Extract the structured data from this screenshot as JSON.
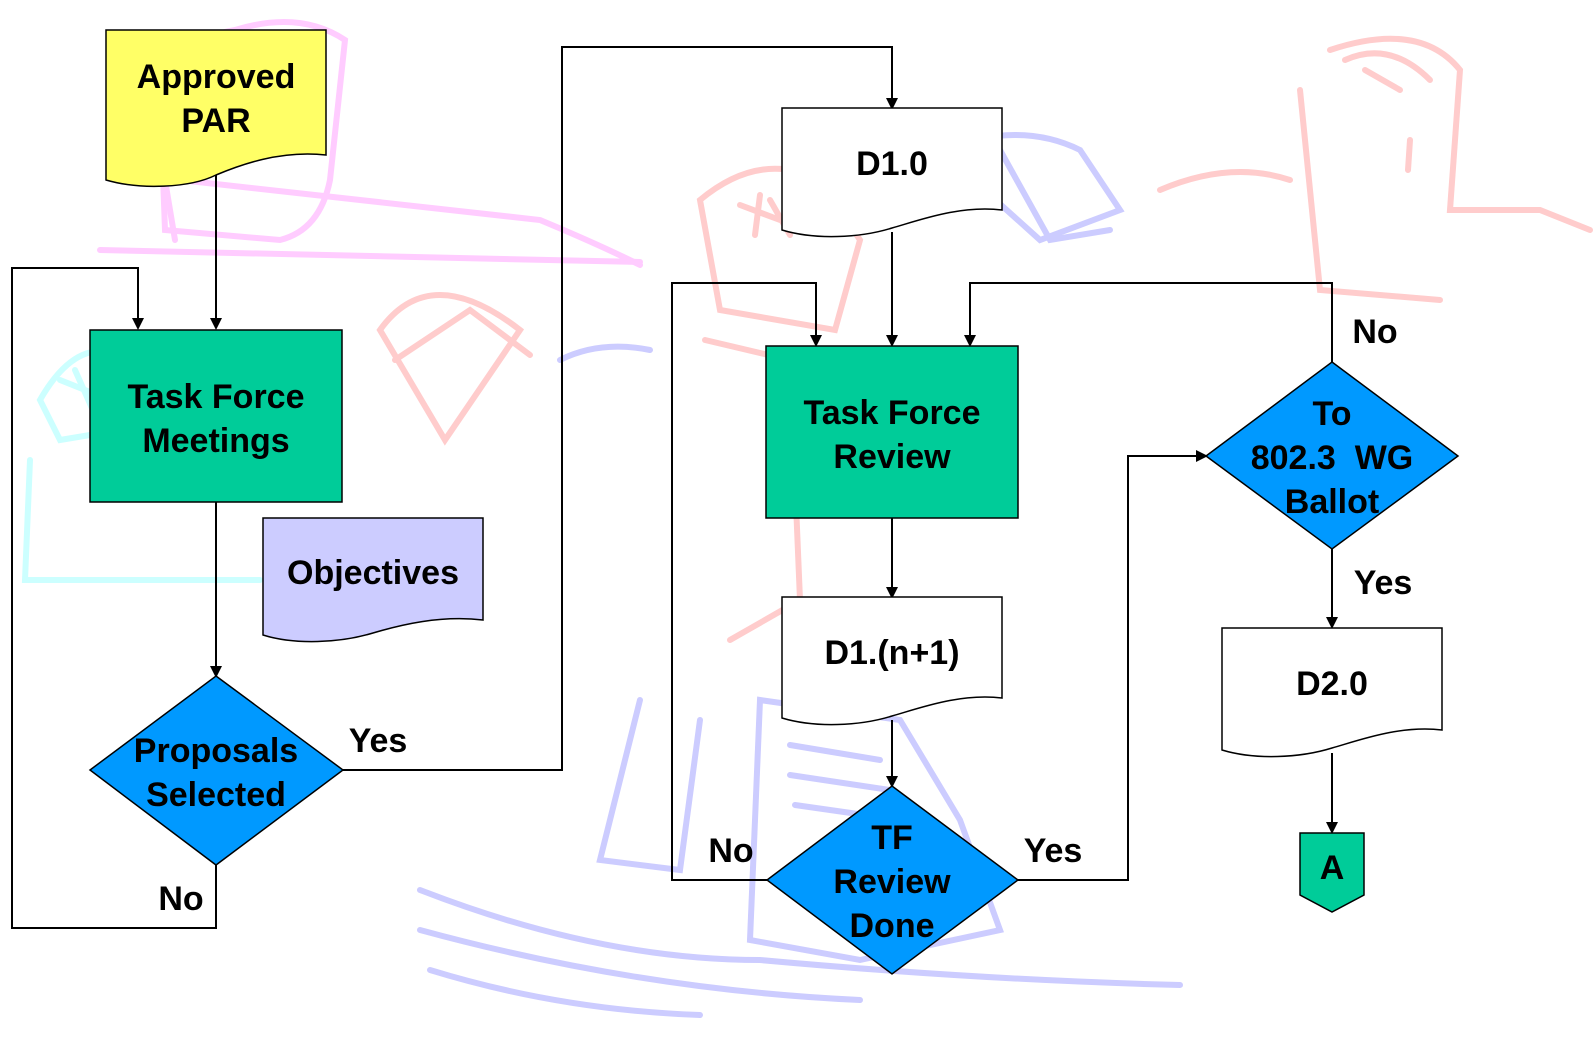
{
  "colors": {
    "document_yellow": "#ffff66",
    "process_green": "#00cc99",
    "decision_blue": "#0099ff",
    "objectives_lavender": "#ccccff",
    "connector_green": "#00cc99",
    "line": "#000000",
    "watermark_pink": "#ffccff",
    "watermark_red": "#ffcccc",
    "watermark_blue": "#ccccff",
    "watermark_cyan": "#ccffff"
  },
  "nodes": {
    "approved_par": {
      "line1": "Approved",
      "line2": "PAR"
    },
    "tf_meetings": {
      "line1": "Task Force",
      "line2": "Meetings"
    },
    "objectives": {
      "label": "Objectives"
    },
    "proposals_selected": {
      "line1": "Proposals",
      "line2": "Selected"
    },
    "d1_0": {
      "label": "D1.0"
    },
    "tf_review": {
      "line1": "Task Force",
      "line2": "Review"
    },
    "d1_n1": {
      "label": "D1.(n+1)"
    },
    "tf_review_done": {
      "line1": "TF",
      "line2": "Review",
      "line3": "Done"
    },
    "to_wg_ballot": {
      "line1": "To",
      "line2": "802.3  WG",
      "line3": "Ballot"
    },
    "d2_0": {
      "label": "D2.0"
    },
    "connector_a": {
      "label": "A"
    }
  },
  "edge_labels": {
    "proposals_yes": "Yes",
    "proposals_no": "No",
    "review_done_no": "No",
    "review_done_yes": "Yes",
    "ballot_no": "No",
    "ballot_yes": "Yes"
  }
}
